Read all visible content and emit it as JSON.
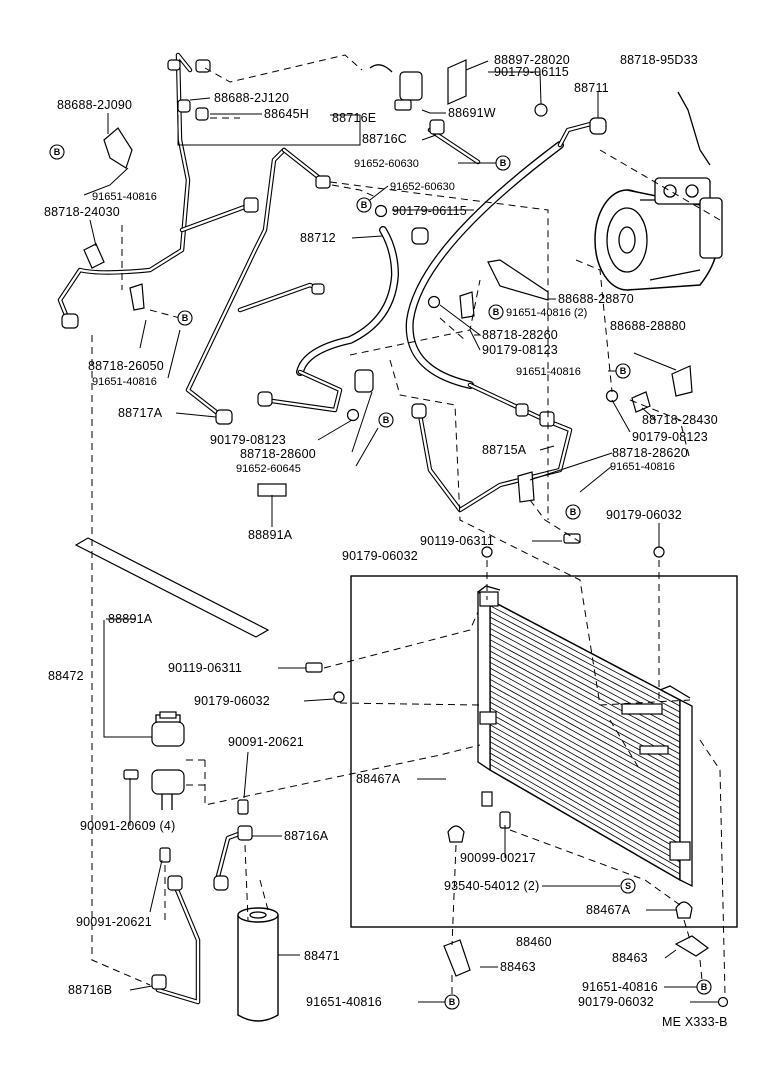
{
  "diagram_code": "ME  X333-B",
  "symbols": {
    "bolt": "B",
    "screw": "S"
  },
  "labels": [
    "88688-2J090",
    "91651-40816",
    "88718-24030",
    "88688-2J120",
    "88645H",
    "88716E",
    "88897-28020",
    "90179-06115",
    "88718-95D33",
    "88711",
    "88691W",
    "88716C",
    "91652-60630",
    "91652-60630",
    "90179-06115",
    "88712",
    "88688-28870",
    "91651-40816 (2)",
    "88718-28260",
    "90179-08123",
    "88688-28880",
    "88718-26050",
    "91651-40816",
    "91651-40816",
    "88717A",
    "88718-28430",
    "90179-08123",
    "90179-08123",
    "88718-28600",
    "91652-60645",
    "88715A",
    "88718-28620",
    "91651-40816",
    "88891A",
    "90119-06311",
    "90179-06032",
    "90179-06032",
    "88891A",
    "88472",
    "90119-06311",
    "90179-06032",
    "90091-20621",
    "88467A",
    "90091-20609 (4)",
    "88716A",
    "90099-00217",
    "90091-20621",
    "93540-54012 (2)",
    "88467A",
    "88460",
    "88471",
    "88463",
    "88463",
    "88716B",
    "91651-40816",
    "91651-40816",
    "90179-06032"
  ]
}
